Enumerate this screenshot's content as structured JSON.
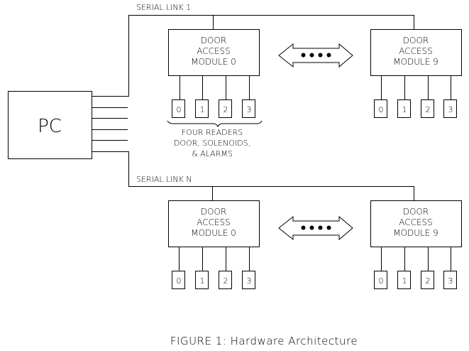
{
  "diagram": {
    "pc_label": "PC",
    "serial_links": [
      {
        "label": "SERIAL LINK 1"
      },
      {
        "label": "SERIAL LINK N"
      }
    ],
    "modules": [
      {
        "lines": [
          "DOOR",
          "ACCESS",
          "MODULE 0"
        ],
        "readers": [
          "0",
          "1",
          "2",
          "3"
        ]
      },
      {
        "lines": [
          "DOOR",
          "ACCESS",
          "MODULE 9"
        ],
        "readers": [
          "0",
          "1",
          "2",
          "3"
        ]
      },
      {
        "lines": [
          "DOOR",
          "ACCESS",
          "MODULE 0"
        ],
        "readers": [
          "0",
          "1",
          "2",
          "3"
        ]
      },
      {
        "lines": [
          "DOOR",
          "ACCESS",
          "MODULE 9"
        ],
        "readers": [
          "0",
          "1",
          "2",
          "3"
        ]
      }
    ],
    "readers_note": [
      "FOUR READERS",
      "DOOR, SOLENOIDS,",
      "& ALARMS"
    ],
    "caption": "FIGURE 1:  Hardware Architecture"
  }
}
